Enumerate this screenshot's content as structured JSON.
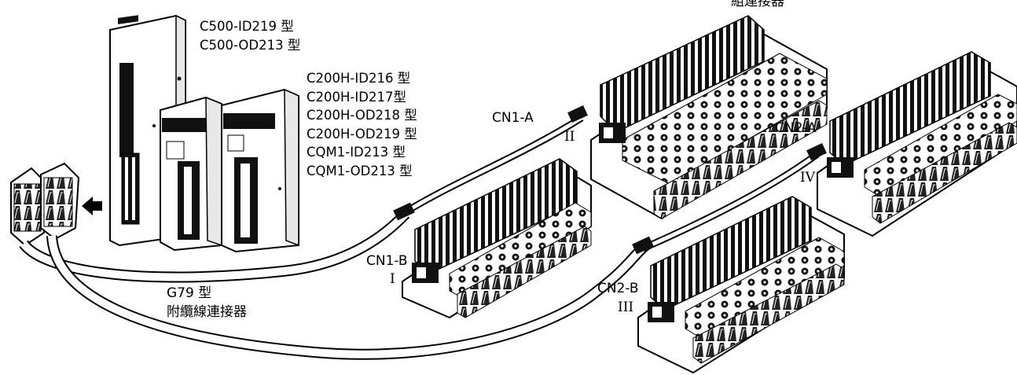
{
  "diagram": {
    "top_right_caption": "組連接器",
    "module_group_a": [
      "C500-ID219 型",
      "C500-OD213 型"
    ],
    "module_group_b": [
      "C200H-ID216 型",
      "C200H-ID217型",
      "C200H-OD218 型",
      "C200H-OD219 型",
      "CQM1-ID213 型",
      "CQM1-OD213 型"
    ],
    "connectors": {
      "cn1_a": "CN1-A",
      "cn1_b": "CN1-B",
      "cn2_a": "CN2-A",
      "cn2_b": "CN2-B"
    },
    "terminal_numbers": {
      "i": "I",
      "ii": "II",
      "iii": "III",
      "iv": "IV"
    },
    "cable_label": [
      "G79 型",
      "附纜線連接器"
    ]
  }
}
